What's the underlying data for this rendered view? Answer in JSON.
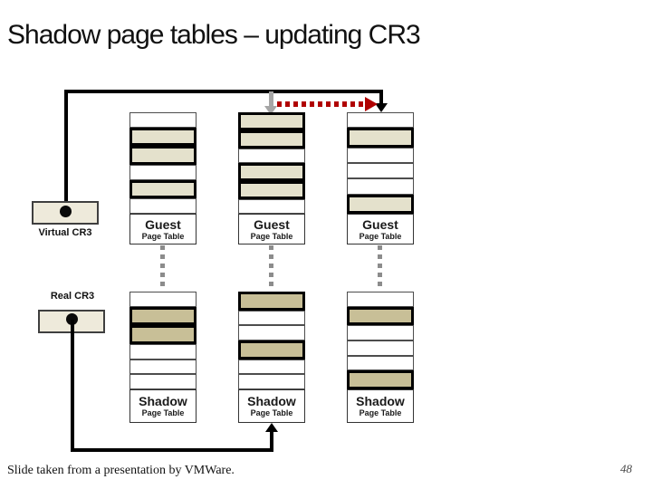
{
  "slide": {
    "title": "Shadow page tables – updating CR3",
    "footer_note": "Slide taken from a presentation by VMWare.",
    "page_number": "48"
  },
  "cr3": {
    "virtual_label": "Virtual CR3",
    "real_label": "Real CR3"
  },
  "tables": {
    "guest": [
      {
        "title": "Guest",
        "subtitle": "Page Table",
        "rows": [
          "plain",
          "shaded",
          "shaded",
          "plain",
          "shaded",
          "plain"
        ]
      },
      {
        "title": "Guest",
        "subtitle": "Page Table",
        "rows": [
          "shaded",
          "shaded",
          "plain",
          "shaded",
          "shaded",
          "plain"
        ]
      },
      {
        "title": "Guest",
        "subtitle": "Page Table",
        "rows": [
          "plain",
          "shaded",
          "plain",
          "plain",
          "plain",
          "shaded"
        ]
      }
    ],
    "shadow": [
      {
        "title": "Shadow",
        "subtitle": "Page Table",
        "rows": [
          "plain",
          "shaded",
          "shaded",
          "plain",
          "plain",
          "plain"
        ]
      },
      {
        "title": "Shadow",
        "subtitle": "Page Table",
        "rows": [
          "shaded",
          "plain",
          "plain",
          "shaded",
          "plain",
          "plain"
        ]
      },
      {
        "title": "Shadow",
        "subtitle": "Page Table",
        "rows": [
          "plain",
          "shaded",
          "plain",
          "plain",
          "plain",
          "shaded"
        ]
      }
    ]
  },
  "colors": {
    "guest_highlight": "#e4e1cc",
    "shadow_highlight": "#c8bf97",
    "cr3_box": "#eeeadb",
    "red_arrow": "#b00000",
    "gray_arrow": "#a6a6a6",
    "connector_gray": "#8c8c8c",
    "line_black": "#000000"
  }
}
